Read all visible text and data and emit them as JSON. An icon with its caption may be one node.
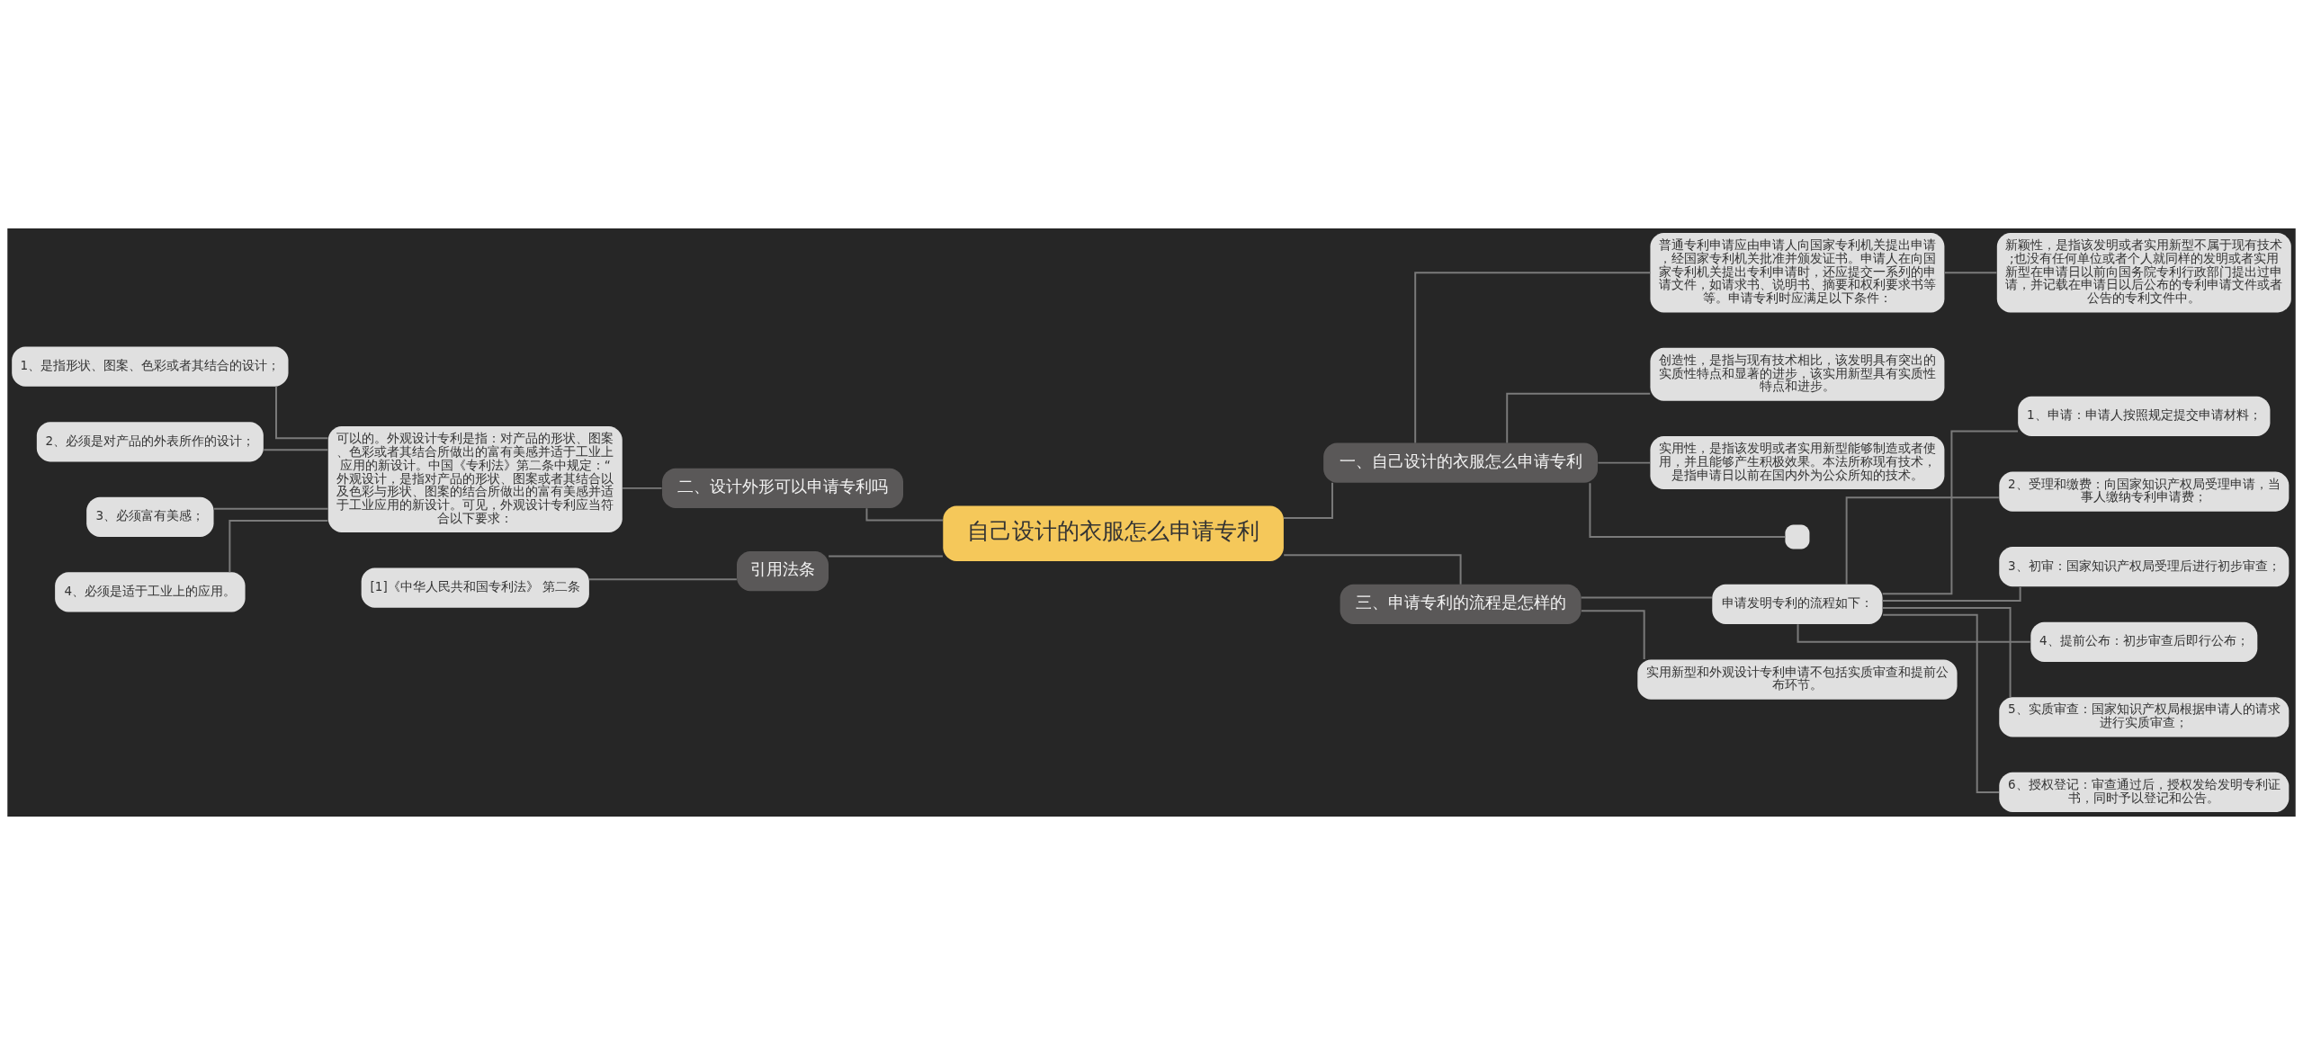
{
  "diagram": {
    "nodes": [
      {
        "text": [
          "自己设计的衣服怎么申请专利"
        ]
      },
      {
        "text": [
          "一、自己设计的衣服怎么申请专利"
        ]
      },
      {
        "text": [
          "普通专利申请应由申请人向国家专利机关提出申请，经国家专利机关批准并颁发证书。申请人在向国家专利机关提出专利申请时，还应提交一系列的申请文件，如请求书、说明书、摘要和权利要求书等等。申请专利时应满足以下条件："
        ]
      },
      {
        "text": [
          "新颖性，是指该发明或者实用新型不属于现有技术;也没有任何单位或者个人就同样的发明或者实用新型在申请日以前向国务院专利行政部门提出过申请，并记载在申请日以后公布的专利申请文件或者公告的专利文件中。"
        ]
      },
      {
        "text": [
          "创造性，是指与现有技术相比，该发明具有突出的实质性特点和显著的进步，该实用新型具有实质性特点和进步。"
        ]
      },
      {
        "text": [
          "实用性，是指该发明或者实用新型能够制造或者使用，并且能够产生积极效果。本法所称现有技术，是指申请日以前在国内外为公众所知的技术。"
        ]
      },
      {
        "text": [],
        "shape": "box"
      },
      {
        "text": [
          "三、申请专利的流程是怎样的"
        ]
      },
      {
        "text": [
          "申请发明专利的流程如下："
        ]
      },
      {
        "text": [
          "1、申请：申请人按照规定提交申请材料；"
        ]
      },
      {
        "text": [
          "2、受理和缴费：向国家知识产权局受理申请，当事人缴纳专利申请费；"
        ]
      },
      {
        "text": [
          "3、初审：国家知识产权局受理后进行初步审查；"
        ]
      },
      {
        "text": [
          "4、提前公布：初步审查后即行公布；"
        ]
      },
      {
        "text": [
          "5、实质审查：国家知识产权局根据申请人的请求进行实质审查；"
        ]
      },
      {
        "text": [
          "6、授权登记：审查通过后，授权发给发明专利证书，同时予以登记和公告。"
        ]
      },
      {
        "text": [
          "实用新型和外观设计专利申请不包括实质审查和提前公布环节。"
        ]
      },
      {
        "text": [
          "二、设计外形可以申请专利吗"
        ]
      },
      {
        "text": [
          "可以的。外观设计专利是指：对产品的形状、图案、色彩或者其结合所做出的富有美感并适于工业上应用的新设计。中国《专利法》第二条中规定：“外观设计，是指对产品的形状、图案或者其结合以及色彩与形状、图案的结合所做出的富有美感并适于工业应用的新设计。可见，外观设计专利应当符合以下要求："
        ]
      },
      {
        "text": [
          "1、是指形状、图案、色彩或者其结合的设计；"
        ]
      },
      {
        "text": [
          "2、必须是对产品的外表所作的设计；"
        ]
      },
      {
        "text": [
          "3、必须富有美感；"
        ]
      },
      {
        "text": [
          "4、必须是适于工业上的应用。"
        ]
      },
      {
        "text": [
          "引用法条"
        ]
      },
      {
        "text": [
          "[1]《中华人民共和国专利法》 第二条"
        ]
      }
    ],
    "edges": [
      {
        "from": 0,
        "to": 1,
        "arrow": "none"
      },
      {
        "from": 1,
        "to": 2,
        "arrow": "none"
      },
      {
        "from": 2,
        "to": 3,
        "arrow": "none"
      },
      {
        "from": 1,
        "to": 4,
        "arrow": "none"
      },
      {
        "from": 1,
        "to": 5,
        "arrow": "none"
      },
      {
        "from": 1,
        "to": 6,
        "arrow": "none"
      },
      {
        "from": 0,
        "to": 7,
        "arrow": "none"
      },
      {
        "from": 7,
        "to": 8,
        "arrow": "none"
      },
      {
        "from": 8,
        "to": 9,
        "arrow": "none"
      },
      {
        "from": 8,
        "to": 10,
        "arrow": "none"
      },
      {
        "from": 8,
        "to": 11,
        "arrow": "none"
      },
      {
        "from": 8,
        "to": 12,
        "arrow": "none"
      },
      {
        "from": 8,
        "to": 13,
        "arrow": "none"
      },
      {
        "from": 8,
        "to": 14,
        "arrow": "none"
      },
      {
        "from": 7,
        "to": 15,
        "arrow": "none"
      },
      {
        "from": 0,
        "to": 16,
        "arrow": "none"
      },
      {
        "from": 16,
        "to": 17,
        "arrow": "none"
      },
      {
        "from": 17,
        "to": 18,
        "arrow": "none"
      },
      {
        "from": 17,
        "to": 19,
        "arrow": "none"
      },
      {
        "from": 17,
        "to": 20,
        "arrow": "none"
      },
      {
        "from": 17,
        "to": 21,
        "arrow": "none"
      },
      {
        "from": 0,
        "to": 22,
        "arrow": "none"
      },
      {
        "from": 22,
        "to": 23,
        "arrow": "none"
      }
    ]
  }
}
